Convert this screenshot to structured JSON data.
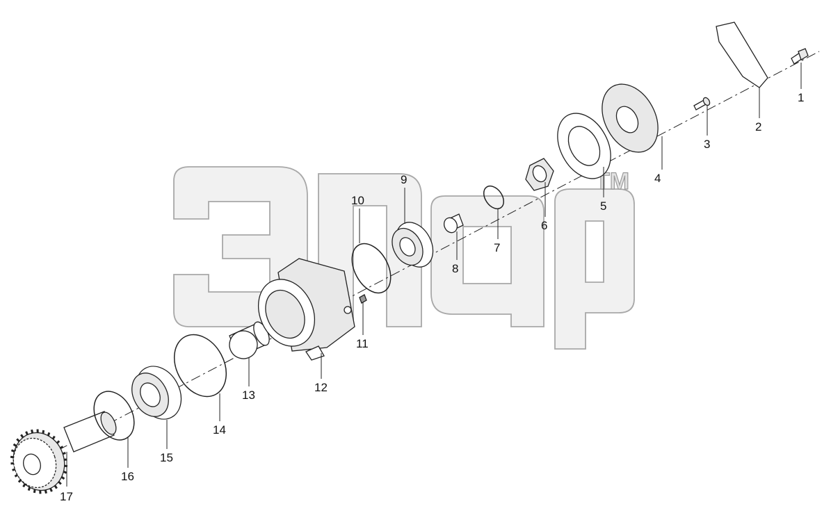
{
  "watermark": {
    "tm": "TM"
  },
  "callouts": [
    {
      "id": "1",
      "label": "1"
    },
    {
      "id": "2",
      "label": "2"
    },
    {
      "id": "3",
      "label": "3"
    },
    {
      "id": "4",
      "label": "4"
    },
    {
      "id": "5",
      "label": "5"
    },
    {
      "id": "6",
      "label": "6"
    },
    {
      "id": "7",
      "label": "7"
    },
    {
      "id": "8",
      "label": "8"
    },
    {
      "id": "9",
      "label": "9"
    },
    {
      "id": "10",
      "label": "10"
    },
    {
      "id": "11",
      "label": "11"
    },
    {
      "id": "12",
      "label": "12"
    },
    {
      "id": "13",
      "label": "13"
    },
    {
      "id": "14",
      "label": "14"
    },
    {
      "id": "15",
      "label": "15"
    },
    {
      "id": "16",
      "label": "16"
    },
    {
      "id": "17",
      "label": "17"
    }
  ]
}
